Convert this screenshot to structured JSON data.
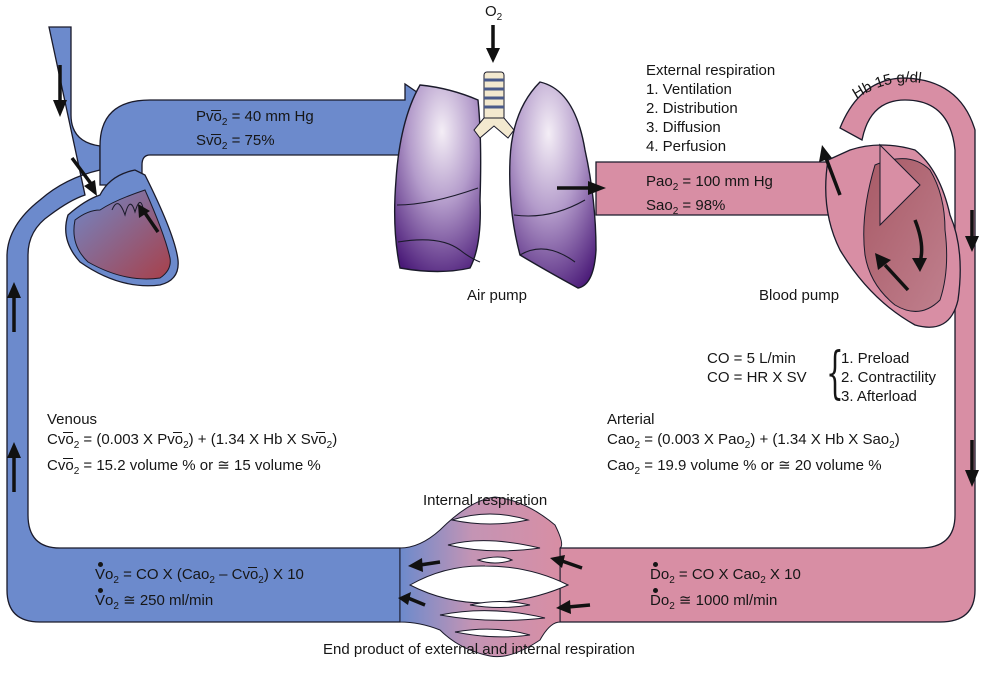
{
  "colors": {
    "venous": "#6c8acc",
    "arterial": "#d88ea4",
    "heart_left_gradient_end": "#a0404a",
    "heart_right_chamber": "#b56a78",
    "lung_light": "#efe8f3",
    "lung_dark": "#4a1a78",
    "outline": "#1a1a2a",
    "arrow": "#111111"
  },
  "top": {
    "o2_label": "O",
    "o2_sub": "2"
  },
  "venous_pump_box": {
    "line1_prefix": "P",
    "line1_var": "vo",
    "line1_sub": "2",
    "line1_value": " = 40 mm Hg",
    "line2_prefix": "S",
    "line2_var": "vo",
    "line2_sub": "2",
    "line2_value": " = 75%"
  },
  "external_respiration": {
    "title": "External respiration",
    "items": [
      "1. Ventilation",
      "2. Distribution",
      "3. Diffusion",
      "4. Perfusion"
    ]
  },
  "arterial_box": {
    "line1_prefix": "Pao",
    "line1_sub": "2",
    "line1_value": " = 100 mm Hg",
    "line2_prefix": "Sao",
    "line2_sub": "2",
    "line2_value": " = 98%"
  },
  "hb_label": "Hb 15 g/dl",
  "air_pump_label": "Air pump",
  "blood_pump_label": "Blood pump",
  "cardiac_output": {
    "line1": "CO = 5 L/min",
    "line2": "CO = HR X SV",
    "determinants": [
      "1. Preload",
      "2. Contractility",
      "3. Afterload"
    ]
  },
  "venous": {
    "title": "Venous",
    "formula_lhs": "C",
    "formula_var": "vo",
    "formula_sub": "2",
    "formula_rhs_a": " = (0.003 X P",
    "formula_rhs_b": ") + (1.34 X Hb X S",
    "formula_rhs_c": ")",
    "result_value": " = 15.2 volume % or ≅ 15 volume %"
  },
  "arterial": {
    "title": "Arterial",
    "formula_lhs": "Cao",
    "formula_sub": "2",
    "formula_rhs_a": " = (0.003 X Pao",
    "formula_rhs_b": ") + (1.34 X Hb X Sao",
    "formula_rhs_c": ")",
    "result_value": " = 19.9 volume % or ≅ 20 volume %"
  },
  "internal_respiration_label": "Internal respiration",
  "vo2": {
    "symbol": "V",
    "var": "o",
    "sub": "2",
    "line1_a": " = CO X (Cao",
    "line1_b": " – C",
    "line1_c": ") X 10",
    "line2": " ≅ 250 ml/min"
  },
  "do2": {
    "symbol": "D",
    "var": "o",
    "sub": "2",
    "line1_a": " = CO X Cao",
    "line1_b": " X 10",
    "line2": " ≅ 1000 ml/min"
  },
  "footer_label": "End product of external and internal respiration"
}
